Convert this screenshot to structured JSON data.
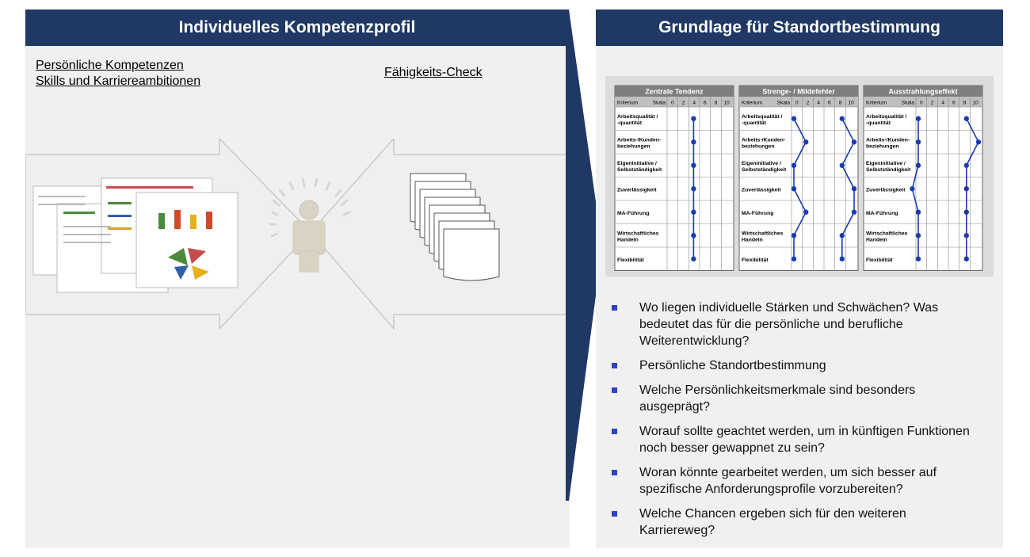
{
  "left": {
    "title": "Individuelles Kompetenzprofil",
    "link1_line1": "Persönliche Kompetenzen",
    "link1_line2": "Skills und Karriereambitionen",
    "link2": "Fähigkeits-Check"
  },
  "right": {
    "title": "Grundlage für Standortbestimmung",
    "bullets": [
      "Wo liegen individuelle Stärken und Schwächen? Was bedeutet das für die persönliche und berufliche Weiterentwicklung?",
      "Persönliche Standortbestimmung",
      "Welche Persönlichkeitsmerkmale sind besonders ausgeprägt?",
      "Worauf sollte geachtet werden, um in künftigen Funktionen noch besser gewappnet zu sein?",
      "Woran könnte gearbeitet werden, um sich besser auf spezifische Anforderungsprofile vorzubereiten?",
      "Welche Chancen ergeben sich für den weiteren Karriereweg?"
    ]
  },
  "colors": {
    "header": "#1f3864",
    "bullet": "#2a44c8",
    "point": "#1a3bb0"
  },
  "chart_data": {
    "type": "line",
    "col_criterion": "Kriterium",
    "col_scale": "Skala",
    "scale_ticks": [
      "0",
      "2",
      "4",
      "6",
      "8",
      "10"
    ],
    "criteria": [
      "Arbeitsqualität / -quantität",
      "Arbeits-/Kunden-beziehungen",
      "Eigeninitiative / Selbstständigkeit",
      "Zuverlässigkeit",
      "MA-Führung",
      "Wirtschaftliches Handeln",
      "Flexibilität"
    ],
    "panels": [
      {
        "title": "Zentrale Tendenz",
        "series": [
          {
            "values": [
              4,
              4,
              4,
              4,
              4,
              4,
              4
            ]
          }
        ]
      },
      {
        "title": "Strenge- / Mildefehler",
        "series": [
          {
            "values": [
              0,
              2,
              0,
              0,
              2,
              0,
              0
            ]
          },
          {
            "values": [
              8,
              10,
              8,
              10,
              10,
              8,
              8
            ]
          }
        ]
      },
      {
        "title": "Ausstrahlungseffekt",
        "series": [
          {
            "values": [
              0,
              0,
              0,
              -1,
              0,
              0,
              0
            ]
          },
          {
            "values": [
              8,
              10,
              8,
              8,
              8,
              8,
              8
            ]
          }
        ]
      }
    ]
  }
}
